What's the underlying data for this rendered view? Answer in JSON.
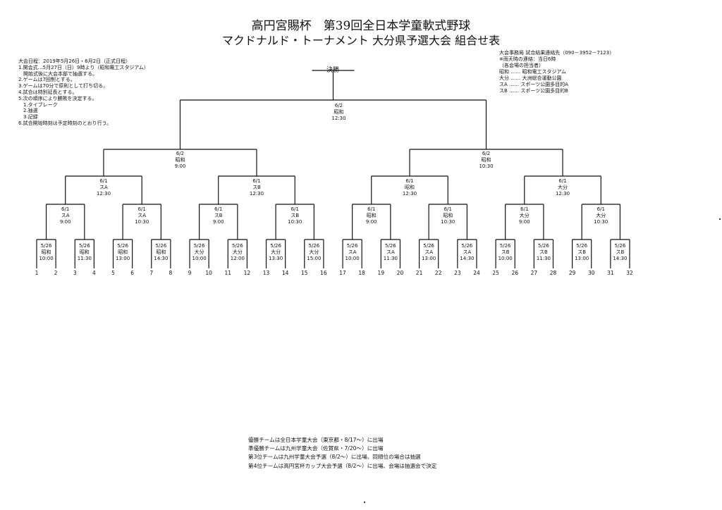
{
  "title_line1": "高円宮賜杯　第39回全日本学童軟式野球",
  "title_line2": "マクドナルド・トーナメント 大分県予選大会 組合せ表",
  "notes_left": [
    "大会日程：2019年5月26日・6月2日（正式日程）",
    "1.開会式…5月27日（日）9時より（昭和電工スタジアム）",
    "　開始式後に大会本部で抽選する。",
    "2.ゲームは7回制とする。",
    "3.ゲームは70分で原則として打ち切る。",
    "4.試合は特別延長とする。",
    "5.次の順序により勝敗を決定する。",
    "　1.タイブレーク",
    "　2.抽選",
    "　3.記録",
    "6.試合開始時刻は予定時刻のとおり行う。"
  ],
  "notes_right": [
    "大会事務局 試合結果連絡先（090－3952－7123）",
    "※雨天時の連絡：当日6時",
    "（各会場の担当者）",
    "昭和 …… 昭和電工スタジアム",
    "大分 …… 大洲総合運動公園",
    "スA …… スポーツ公園多目的A",
    "スB …… スポーツ公園多目的B"
  ],
  "final_label": "決勝",
  "footer_lines": [
    "優勝チームは全日本学童大会（東京都・8/17～）に出場",
    "準優勝チームは九州学童大会（佐賀県・7/20～）に出場",
    "第3位チームは九州学童大会予選（8/2～）に出場、同順位の場合は抽選",
    "第4位チームは高円宮杯カップ大会予選（8/2～）に出場、会場は抽選会で決定"
  ],
  "matches": [
    {
      "date": "5/26",
      "venue": "昭和",
      "time": "10:00"
    },
    {
      "date": "5/26",
      "venue": "昭和",
      "time": "11:30"
    },
    {
      "date": "5/26",
      "venue": "昭和",
      "time": "13:00"
    },
    {
      "date": "5/26",
      "venue": "昭和",
      "time": "14:30"
    },
    {
      "date": "5/26",
      "venue": "大分",
      "time": "10:00"
    },
    {
      "date": "5/26",
      "venue": "大分",
      "time": "12:00"
    },
    {
      "date": "5/26",
      "venue": "大分",
      "time": "13:30"
    },
    {
      "date": "5/26",
      "venue": "大分",
      "time": "15:00"
    },
    {
      "date": "5/26",
      "venue": "スA",
      "time": "10:00"
    },
    {
      "date": "5/26",
      "venue": "スA",
      "time": "11:30"
    },
    {
      "date": "5/26",
      "venue": "スA",
      "time": "13:00"
    },
    {
      "date": "5/26",
      "venue": "スA",
      "time": "14:30"
    },
    {
      "date": "5/26",
      "venue": "スB",
      "time": "10:00"
    },
    {
      "date": "5/26",
      "venue": "スB",
      "time": "11:30"
    },
    {
      "date": "5/26",
      "venue": "スB",
      "time": "13:00"
    },
    {
      "date": "5/26",
      "venue": "スB",
      "time": "14:30"
    },
    {
      "date": "6/1",
      "venue": "スA",
      "time": "9:00"
    },
    {
      "date": "6/1",
      "venue": "スA",
      "time": "10:30"
    },
    {
      "date": "6/1",
      "venue": "スB",
      "time": "9:00"
    },
    {
      "date": "6/1",
      "venue": "スB",
      "time": "10:30"
    },
    {
      "date": "6/1",
      "venue": "昭和",
      "time": "9:00"
    },
    {
      "date": "6/1",
      "venue": "昭和",
      "time": "10:30"
    },
    {
      "date": "6/1",
      "venue": "大分",
      "time": "9:00"
    },
    {
      "date": "6/1",
      "venue": "大分",
      "time": "10:30"
    },
    {
      "date": "6/1",
      "venue": "スA",
      "time": "12:30"
    },
    {
      "date": "6/1",
      "venue": "スB",
      "time": "12:30"
    },
    {
      "date": "6/1",
      "venue": "昭和",
      "time": "12:30"
    },
    {
      "date": "6/1",
      "venue": "大分",
      "time": "12:30"
    },
    {
      "date": "6/2",
      "venue": "昭和",
      "time": "9:00"
    },
    {
      "date": "6/2",
      "venue": "昭和",
      "time": "10:30"
    },
    {
      "date": "6/2",
      "venue": "昭和",
      "time": "12:30"
    }
  ],
  "team_numbers": [
    "1",
    "2",
    "3",
    "4",
    "5",
    "6",
    "7",
    "8",
    "9",
    "10",
    "11",
    "12",
    "13",
    "14",
    "15",
    "16",
    "17",
    "18",
    "19",
    "20",
    "21",
    "22",
    "23",
    "24",
    "25",
    "26",
    "27",
    "28",
    "29",
    "30",
    "31",
    "32"
  ]
}
